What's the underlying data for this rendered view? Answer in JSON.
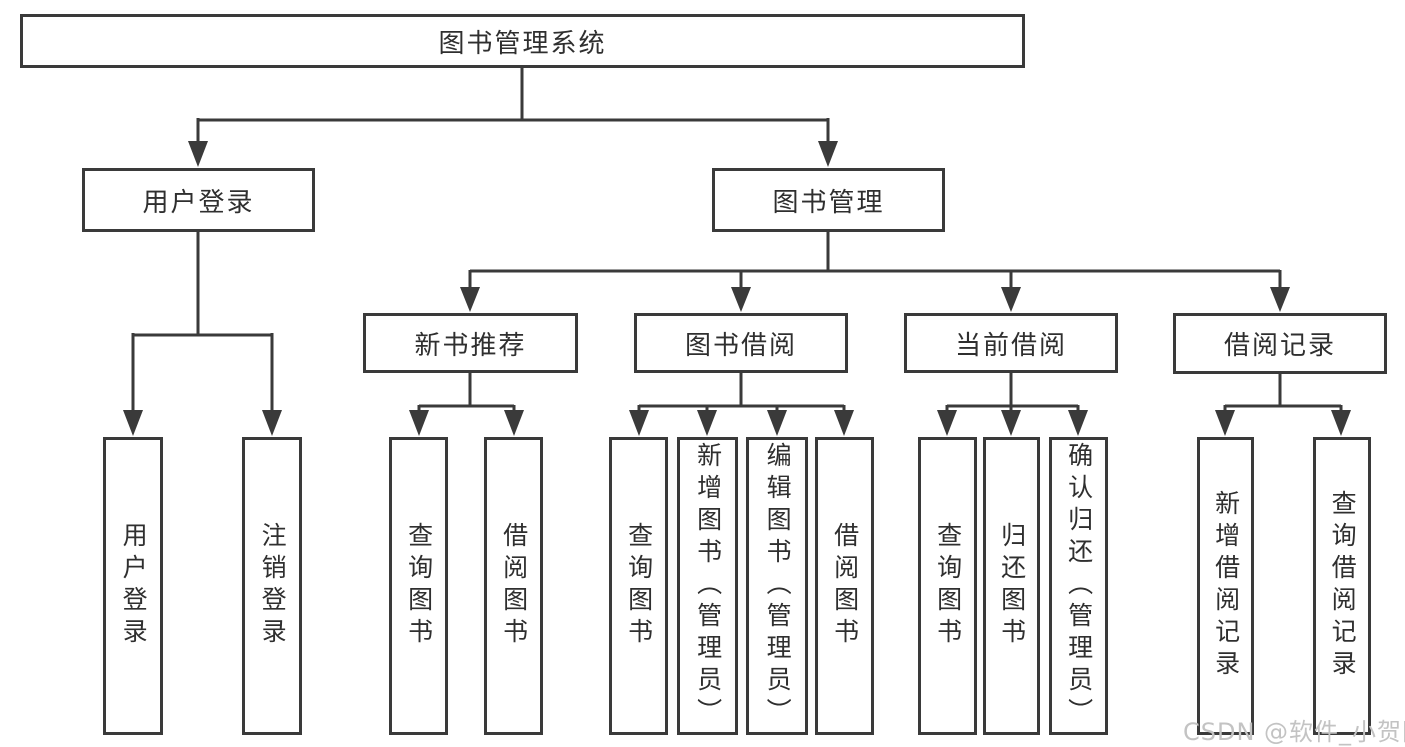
{
  "diagram": {
    "watermark": "CSDN @软件_小贺同学",
    "colors": {
      "line": "#3a3a3a",
      "text": "#2f2f2f",
      "watermark": "#c3c3c3",
      "background": "#ffffff"
    },
    "tree": {
      "label": "图书管理系统",
      "children": [
        {
          "label": "用户登录",
          "children": [
            {
              "label": "用户登录"
            },
            {
              "label": "注销登录"
            }
          ]
        },
        {
          "label": "图书管理",
          "children": [
            {
              "label": "新书推荐",
              "children": [
                {
                  "label": "查询图书"
                },
                {
                  "label": "借阅图书"
                }
              ]
            },
            {
              "label": "图书借阅",
              "children": [
                {
                  "label": "查询图书"
                },
                {
                  "label": "新增图书（管理员）"
                },
                {
                  "label": "编辑图书（管理员）"
                },
                {
                  "label": "借阅图书"
                }
              ]
            },
            {
              "label": "当前借阅",
              "children": [
                {
                  "label": "查询图书"
                },
                {
                  "label": "归还图书"
                },
                {
                  "label": "确认归还（管理员）"
                }
              ]
            },
            {
              "label": "借阅记录",
              "children": [
                {
                  "label": "新增借阅记录"
                },
                {
                  "label": "查询借阅记录"
                }
              ]
            }
          ]
        }
      ]
    }
  }
}
